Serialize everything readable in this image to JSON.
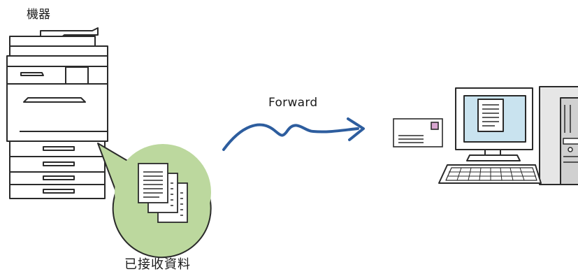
{
  "labels": {
    "machine": "機器",
    "forward": "Forward",
    "received_data": "已接收資料"
  },
  "icons": {
    "machine": "multifunction-printer-icon",
    "received_docs": "stacked-documents-icon",
    "arrow": "forward-arrow-icon",
    "mail": "envelope-icon",
    "computer": "desktop-computer-icon"
  },
  "colors": {
    "arrow": "#2d5d9e",
    "bubble_fill": "#bcd89e",
    "screen": "#c9e3ef",
    "line": "#2a2a2a"
  }
}
